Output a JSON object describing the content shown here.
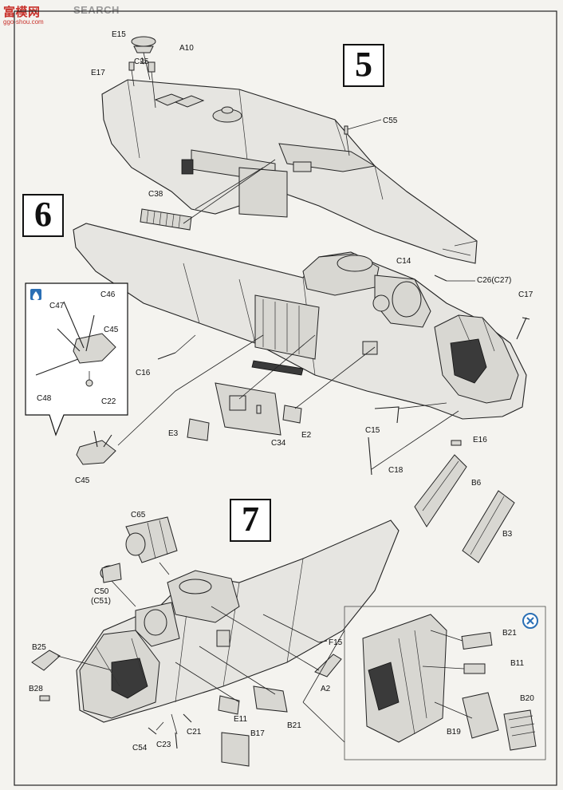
{
  "watermark": {
    "brand": "富模网",
    "search": "SEARCH",
    "url": "ggo-shou.com"
  },
  "steps": [
    {
      "number": "5"
    },
    {
      "number": "6"
    },
    {
      "number": "7"
    }
  ],
  "parts": {
    "E15": "E15",
    "A10": "A10",
    "C25": "C25",
    "E17": "E17",
    "C55": "C55",
    "C38": "C38",
    "C14": "C14",
    "C26": "C26(C27)",
    "C17": "C17",
    "C46": "C46",
    "C47": "C47",
    "C45a": "C45",
    "C48": "C48",
    "C22": "C22",
    "C16": "C16",
    "E3": "E3",
    "C34": "C34",
    "E2": "E2",
    "C15": "C15",
    "C18": "C18",
    "E16": "E16",
    "B6": "B6",
    "B3": "B3",
    "C45b": "C45",
    "C65": "C65",
    "C50": "C50",
    "C51": "(C51)",
    "B25": "B25",
    "B28": "B28",
    "C54": "C54",
    "C23": "C23",
    "C21": "C21",
    "E11": "E11",
    "B17": "B17",
    "B21a": "B21",
    "F15": "F15",
    "A2": "A2",
    "B21b": "B21",
    "B11": "B11",
    "B20": "B20",
    "B19": "B19"
  },
  "icons": {
    "glue": "glue-drop-icon",
    "option": "option-symbol-icon",
    "glue_color": "#2a6fb5"
  }
}
